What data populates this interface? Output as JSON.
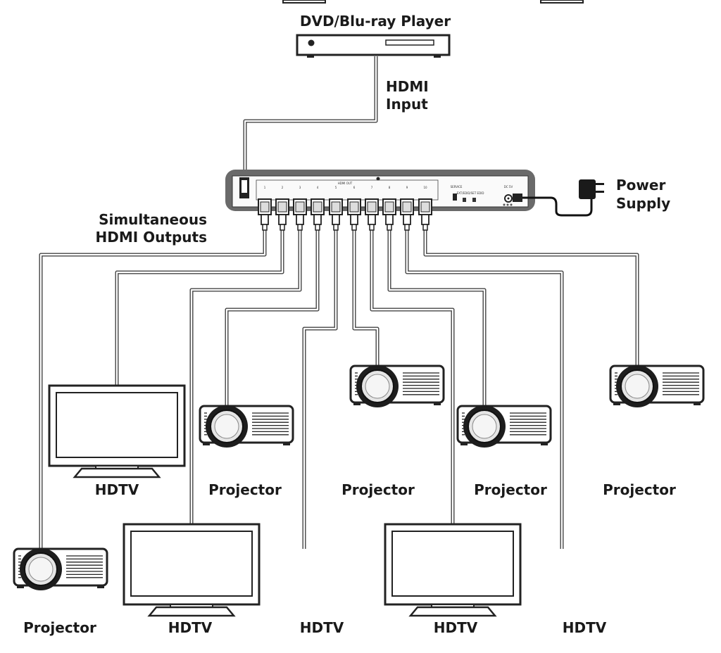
{
  "labels": {
    "source": "DVD/Blu-ray Player",
    "input": [
      "HDMI",
      "Input"
    ],
    "outputs": [
      "Simultaneous",
      "HDMI Outputs"
    ],
    "power": [
      "Power",
      "Supply"
    ]
  },
  "splitter": {
    "panel_label": "HDMI OUT",
    "port_numbers": [
      "1",
      "2",
      "3",
      "4",
      "5",
      "6",
      "7",
      "8",
      "9",
      "10"
    ],
    "service_label": "SERVICE",
    "edid_label": "EXT/EDID/SET EDID",
    "dc_label": "DC 5V"
  },
  "devices": [
    {
      "type": "hdtv",
      "label": "HDTV"
    },
    {
      "type": "projector",
      "label": "Projector"
    },
    {
      "type": "hdtv",
      "label": "HDTV"
    },
    {
      "type": "projector",
      "label": "Projector"
    },
    {
      "type": "hdtv",
      "label": "HDTV"
    },
    {
      "type": "projector",
      "label": "Projector"
    },
    {
      "type": "hdtv",
      "label": "HDTV"
    },
    {
      "type": "projector",
      "label": "Projector"
    },
    {
      "type": "hdtv",
      "label": "HDTV"
    },
    {
      "type": "projector",
      "label": "Projector"
    }
  ]
}
